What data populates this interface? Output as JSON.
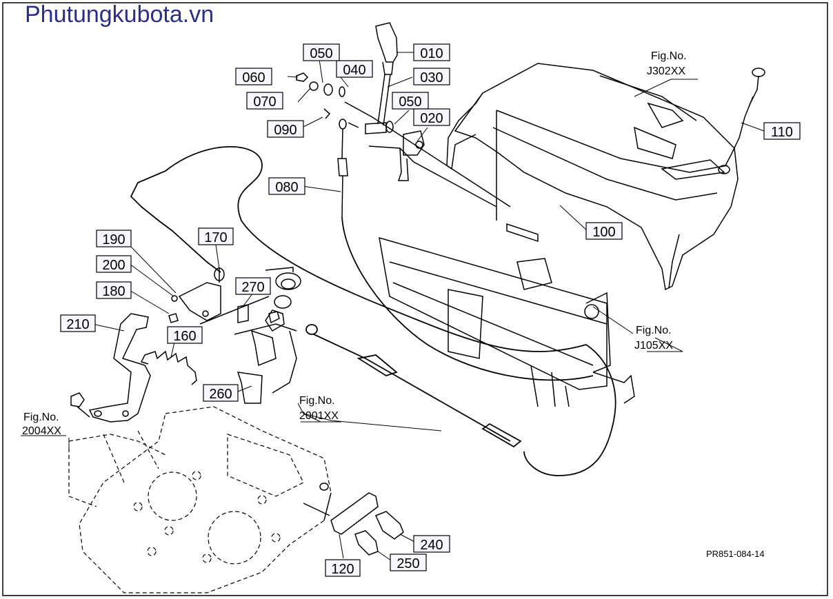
{
  "site_title": "Phutungkubota.vn",
  "drawing_code": "PR851-084-14",
  "part_numbers": [
    "010",
    "030",
    "040",
    "050",
    "060",
    "070",
    "090",
    "050",
    "020",
    "080",
    "100",
    "110",
    "170",
    "190",
    "200",
    "180",
    "270",
    "210",
    "160",
    "260",
    "240",
    "250",
    "120"
  ],
  "figure_references": [
    {
      "line1": "Fig.No.",
      "line2": "J302XX"
    },
    {
      "line1": "Fig.No.",
      "line2": "J105XX"
    },
    {
      "line1": "Fig.No.",
      "line2": "2001XX"
    },
    {
      "line1": "Fig.No.",
      "line2": "2004XX"
    }
  ],
  "colors": {
    "title": "#2a2e8c",
    "label_box_fill": "#f6f6ff",
    "line": "#000000"
  }
}
